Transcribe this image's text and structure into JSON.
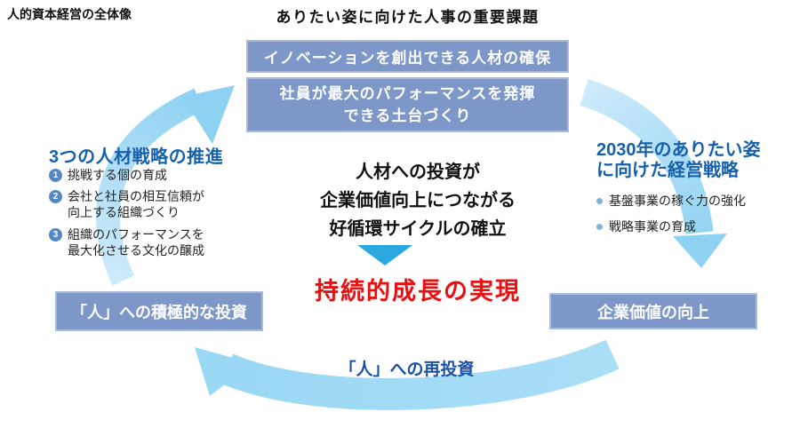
{
  "page": {
    "title_left": "人的資本経営の全体像",
    "title_center": "ありたい姿に向けた人事の重要課題"
  },
  "top_boxes": [
    {
      "label": "イノベーションを創出できる人材の確保"
    },
    {
      "label": "社員が最大のパフォーマンスを発揮\nできる土台づくり"
    }
  ],
  "left_section": {
    "heading": "3つの人材戦略の推進",
    "items": [
      {
        "num": "1",
        "text": "挑戦する個の育成"
      },
      {
        "num": "2",
        "text": "会社と社員の相互信頼が\n向上する組織づくり"
      },
      {
        "num": "3",
        "text": "組織のパフォーマンスを\n最大化させる文化の醸成"
      }
    ]
  },
  "right_section": {
    "heading": "2030年のありたい姿\nに向けた経営戦略",
    "bullets": [
      {
        "text": "基盤事業の稼ぐ力の強化"
      },
      {
        "text": "戦略事業の育成"
      }
    ]
  },
  "center": {
    "statement": "人材への投資が\n企業価値向上につながる\n好循環サイクルの確立",
    "result": "持続的成長の実現"
  },
  "cycle": {
    "left_box": "「人」への積極的な投資",
    "right_box": "企業価値の向上",
    "bottom_label": "「人」への再投資"
  },
  "colors": {
    "box_fill": "#7D97C9",
    "box_border": "#A9BADD",
    "heading_blue": "#1760AA",
    "arrow_light": "#CDEAFA",
    "arrow_sky": "#8ED2F3",
    "band_blue": "#A9DEF6",
    "band_blue2": "#9AD8F4",
    "chevron_blue": "#2AA9E0",
    "result_red": "#E81010",
    "number_circle": "#5587C6",
    "bullet_dot": "#7FB2DD",
    "label_blue": "#1B52A5"
  }
}
